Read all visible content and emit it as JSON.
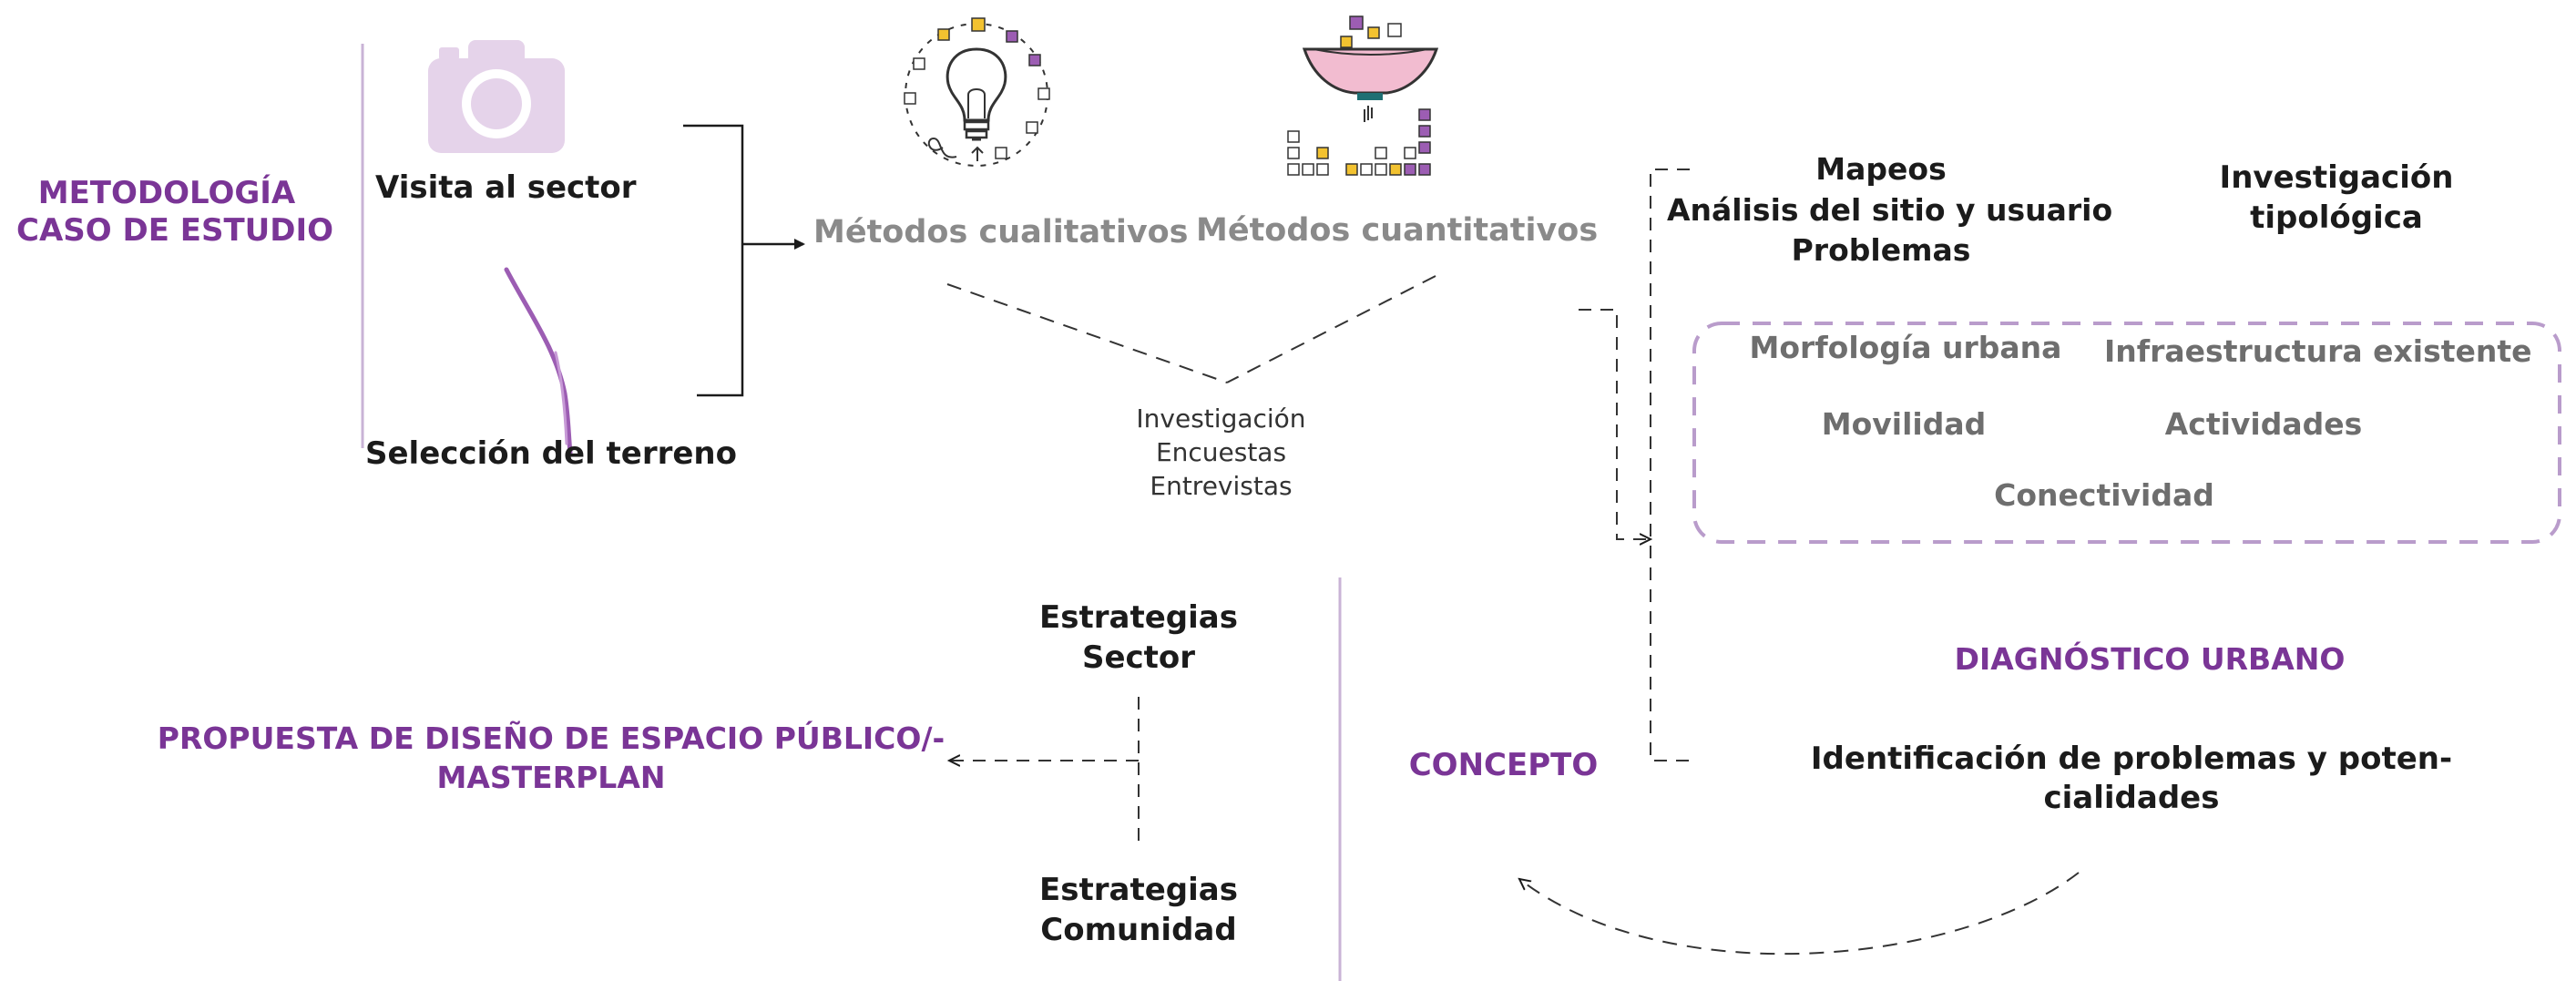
{
  "colors": {
    "accent_purple": "#7a3596",
    "light_purple": "#b99ccb",
    "camera_pink": "#e5d3ea",
    "yellow": "#f2c230",
    "teal": "#1e6f73",
    "pink": "#f2bcd0",
    "grey_text": "#8a8a8a"
  },
  "icons": [
    "camera-icon",
    "pen-icon",
    "lightbulb-icon",
    "funnel-chart-icon"
  ],
  "methodology": {
    "title_line1": "METODOLOGÍA",
    "title_line2": "CASO DE ESTUDIO"
  },
  "fieldwork": {
    "visit": "Visita al sector",
    "selection": "Selección del terreno"
  },
  "methods": {
    "qualitative": "Métodos cualitativos",
    "quantitative": "Métodos cuantitativos",
    "tools": [
      "Investigación",
      "Encuestas",
      "Entrevistas"
    ]
  },
  "analysis": {
    "line1": "Mapeos",
    "line2": "Análisis del sitio y usuario",
    "line3": "Problemas",
    "typology_line1": "Investigación",
    "typology_line2": "tipológica"
  },
  "factors": {
    "urban_morphology": "Morfología urbana",
    "infrastructure": "Infraestructura existente",
    "mobility": "Movilidad",
    "activities": "Actividades",
    "connectivity": "Conectividad"
  },
  "diagnosis": {
    "title": "DIAGNÓSTICO URBANO",
    "identification_line1": "Identificación de problemas y poten-",
    "identification_line2": "cialidades"
  },
  "concept": {
    "title": "CONCEPTO"
  },
  "strategies": {
    "sector_line1": "Estrategias",
    "sector_line2": "Sector",
    "community_line1": "Estrategias",
    "community_line2": "Comunidad"
  },
  "proposal": {
    "line1": "PROPUESTA DE DISEÑO DE ESPACIO PÚBLICO/-",
    "line2": "MASTERPLAN"
  }
}
